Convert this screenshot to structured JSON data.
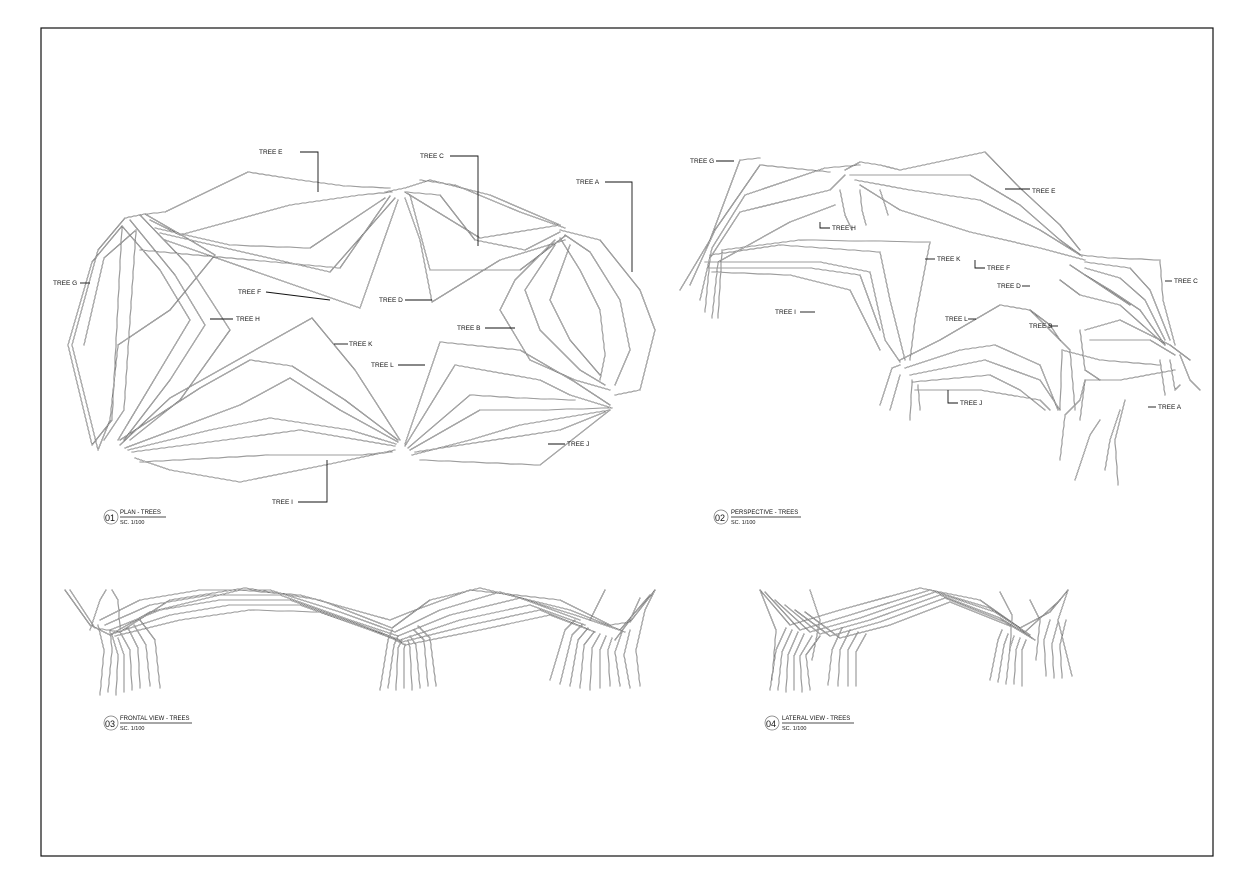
{
  "drawings": [
    {
      "id": "plan",
      "number": "01",
      "title": "PLAN - TREES",
      "scale": "SC. 1/100",
      "labels": [
        "TREE E",
        "TREE C",
        "TREE A",
        "TREE G",
        "TREE F",
        "TREE D",
        "TREE H",
        "TREE B",
        "TREE K",
        "TREE L",
        "TREE J",
        "TREE I"
      ]
    },
    {
      "id": "perspective",
      "number": "02",
      "title": "PERSPECTIVE - TREES",
      "scale": "SC. 1/100",
      "labels": [
        "TREE G",
        "TREE E",
        "TREE H",
        "TREE K",
        "TREE F",
        "TREE D",
        "TREE C",
        "TREE I",
        "TREE L",
        "TREE B",
        "TREE J",
        "TREE A"
      ]
    },
    {
      "id": "frontal",
      "number": "03",
      "title": "FRONTAL VIEW - TREES",
      "scale": "SC. 1/100",
      "labels": []
    },
    {
      "id": "lateral",
      "number": "04",
      "title": "LATERAL VIEW - TREES",
      "scale": "SC. 1/100",
      "labels": []
    }
  ]
}
